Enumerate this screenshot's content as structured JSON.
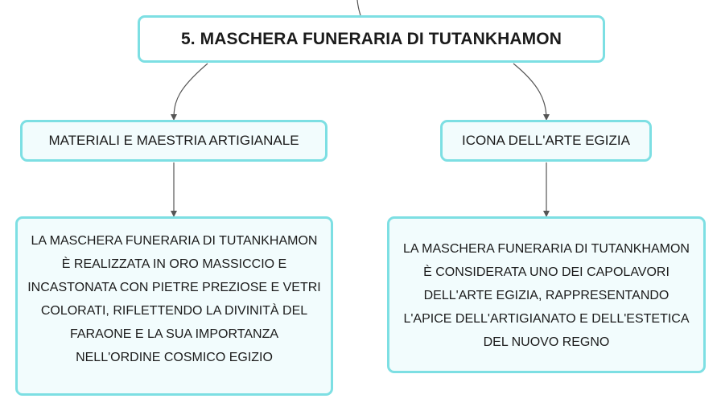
{
  "colors": {
    "node_border": "#7ddfe3",
    "node_fill": "#f2fcfd",
    "root_fill": "#ffffff",
    "connector": "#555555"
  },
  "root": {
    "title": "5. MASCHERA FUNERARIA DI TUTANKHAMON"
  },
  "branches": [
    {
      "label": "MATERIALI E MAESTRIA ARTIGIANALE",
      "detail": "LA MASCHERA FUNERARIA DI TUTANKHAMON È REALIZZATA IN ORO MASSICCIO E INCASTONATA CON PIETRE PREZIOSE E VETRI COLORATI, RIFLETTENDO LA DIVINITÀ DEL FARAONE E LA SUA IMPORTANZA NELL'ORDINE COSMICO EGIZIO"
    },
    {
      "label": "ICONA DELL'ARTE EGIZIA",
      "detail": "LA MASCHERA FUNERARIA DI TUTANKHAMON È CONSIDERATA UNO DEI CAPOLAVORI DELL'ARTE EGIZIA, RAPPRESENTANDO L'APICE DELL'ARTIGIANATO E DELL'ESTETICA DEL NUOVO REGNO"
    }
  ]
}
